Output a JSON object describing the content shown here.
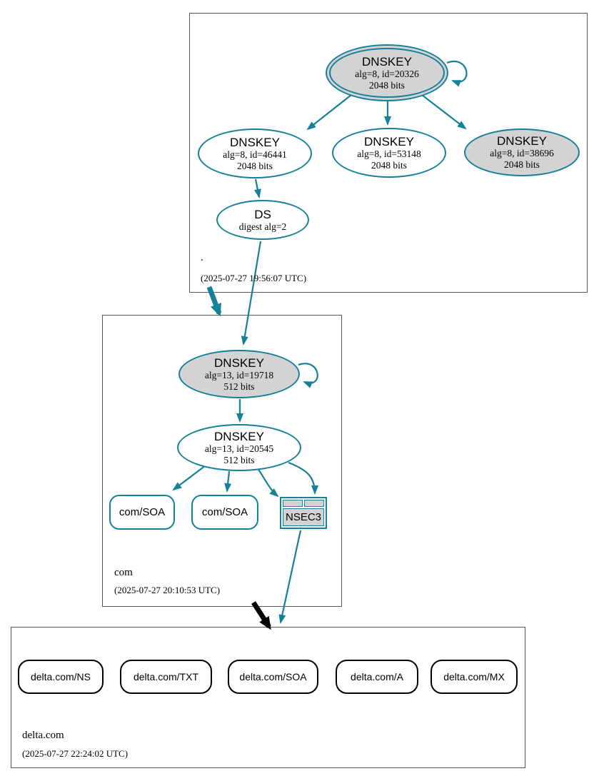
{
  "diagram": {
    "type": "dnssec-authentication-graph",
    "colors": {
      "secure_edge": "#15809a",
      "insecure_edge": "#000000",
      "key_fill": "#d3d3d3",
      "zone_border": "#555555"
    },
    "root_zone": {
      "label": ".",
      "timestamp": "(2025-07-27 19:56:07 UTC)",
      "ksk": {
        "title": "DNSKEY",
        "detail": "alg=8, id=20326",
        "bits": "2048 bits"
      },
      "zsk1": {
        "title": "DNSKEY",
        "detail": "alg=8, id=46441",
        "bits": "2048 bits"
      },
      "zsk2": {
        "title": "DNSKEY",
        "detail": "alg=8, id=53148",
        "bits": "2048 bits"
      },
      "zsk3": {
        "title": "DNSKEY",
        "detail": "alg=8, id=38696",
        "bits": "2048 bits"
      },
      "ds": {
        "title": "DS",
        "detail": "digest alg=2"
      }
    },
    "com_zone": {
      "label": "com",
      "timestamp": "(2025-07-27 20:10:53 UTC)",
      "ksk": {
        "title": "DNSKEY",
        "detail": "alg=13, id=19718",
        "bits": "512 bits"
      },
      "zsk": {
        "title": "DNSKEY",
        "detail": "alg=13, id=20545",
        "bits": "512 bits"
      },
      "rrsets": [
        {
          "label": "com/SOA"
        },
        {
          "label": "com/SOA"
        }
      ],
      "nsec3": {
        "label": "NSEC3"
      }
    },
    "delta_zone": {
      "label": "delta.com",
      "timestamp": "(2025-07-27 22:24:02 UTC)",
      "rrsets": [
        {
          "label": "delta.com/NS"
        },
        {
          "label": "delta.com/TXT"
        },
        {
          "label": "delta.com/SOA"
        },
        {
          "label": "delta.com/A"
        },
        {
          "label": "delta.com/MX"
        }
      ]
    }
  }
}
